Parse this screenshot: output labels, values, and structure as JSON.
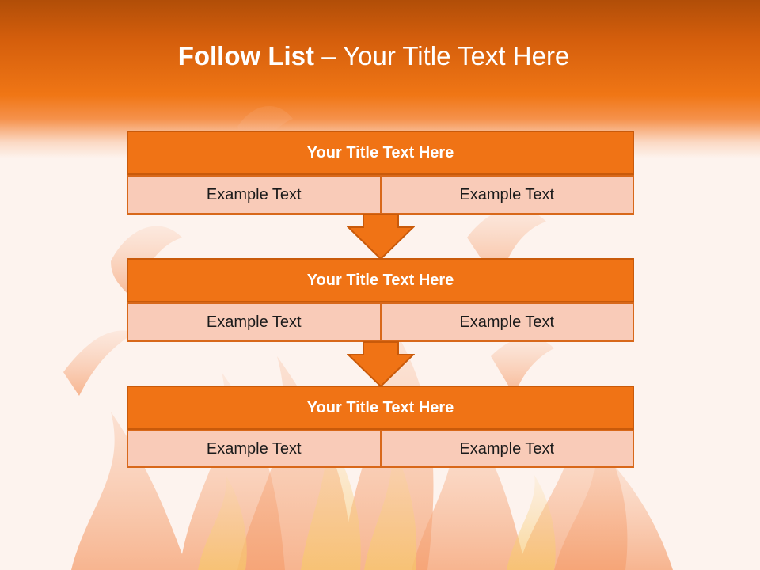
{
  "title": {
    "strong": "Follow List",
    "rest": "– Your Title Text Here"
  },
  "steps": [
    {
      "heading": "Your Title Text Here",
      "left": "Example Text",
      "right": "Example Text"
    },
    {
      "heading": "Your Title Text Here",
      "left": "Example Text",
      "right": "Example Text"
    },
    {
      "heading": "Your Title Text Here",
      "left": "Example Text",
      "right": "Example Text"
    }
  ],
  "colors": {
    "header_orange": "#f07315",
    "header_border": "#c95a0a",
    "cell_fill": "#f9cbb8",
    "cell_border": "#d8681a",
    "arrow_fill": "#f07315",
    "arrow_stroke": "#c95a0a"
  }
}
